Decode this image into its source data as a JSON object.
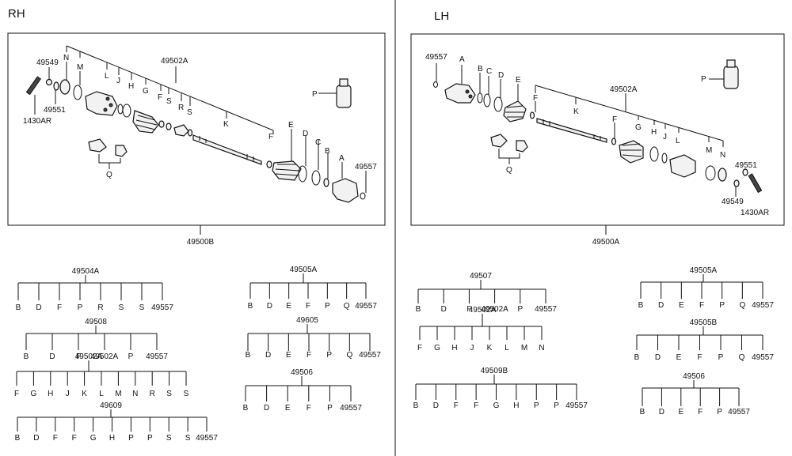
{
  "rh": {
    "heading": "RH",
    "assembly_no": "49500B",
    "callouts": {
      "c49549": "49549",
      "c49551": "49551",
      "c1430AR": "1430AR",
      "c49502A": "49502A",
      "N": "N",
      "M": "M",
      "L": "L",
      "J": "J",
      "H": "H",
      "G": "G",
      "F1": "F",
      "S1": "S",
      "R": "R",
      "S2": "S",
      "K": "K",
      "F2": "F",
      "E": "E",
      "D": "D",
      "C": "C",
      "B": "B",
      "A": "A",
      "c49557": "49557",
      "P": "P",
      "Q": "Q"
    },
    "kits": [
      {
        "title": "49504A",
        "items": [
          "B",
          "D",
          "F",
          "P",
          "R",
          "S",
          "S",
          "49557"
        ]
      },
      {
        "title": "49508",
        "items": [
          "B",
          "D",
          "F",
          "49502A",
          "P",
          "49557"
        ]
      },
      {
        "title": "49502A",
        "items": [
          "F",
          "G",
          "H",
          "J",
          "K",
          "L",
          "M",
          "N",
          "R",
          "S",
          "S"
        ]
      },
      {
        "title": "49609",
        "items": [
          "B",
          "D",
          "F",
          "F",
          "G",
          "H",
          "P",
          "P",
          "S",
          "S",
          "49557"
        ]
      },
      {
        "title": "49505A",
        "items": [
          "B",
          "D",
          "E",
          "F",
          "P",
          "Q",
          "49557"
        ]
      },
      {
        "title": "49605",
        "items": [
          "B",
          "D",
          "E",
          "F",
          "P",
          "Q",
          "49557"
        ]
      },
      {
        "title": "49506",
        "items": [
          "B",
          "D",
          "E",
          "F",
          "P",
          "49557"
        ]
      }
    ]
  },
  "lh": {
    "heading": "LH",
    "assembly_no": "49500A",
    "callouts": {
      "c49557": "49557",
      "A": "A",
      "B": "B",
      "C": "C",
      "D": "D",
      "E": "E",
      "F1": "F",
      "c49502A": "49502A",
      "K": "K",
      "F2": "F",
      "G": "G",
      "H": "H",
      "J": "J",
      "L": "L",
      "M": "M",
      "N": "N",
      "c49551": "49551",
      "c49549": "49549",
      "c1430AR": "1430AR",
      "P": "P",
      "Q": "Q"
    },
    "kits": [
      {
        "title": "49507",
        "items": [
          "B",
          "D",
          "F",
          "49502A",
          "P",
          "49557"
        ]
      },
      {
        "title": "49502A",
        "items": [
          "F",
          "G",
          "H",
          "J",
          "K",
          "L",
          "M",
          "N"
        ]
      },
      {
        "title": "49509B",
        "items": [
          "B",
          "D",
          "F",
          "F",
          "G",
          "H",
          "P",
          "P",
          "49557"
        ]
      },
      {
        "title": "49505A",
        "items": [
          "B",
          "D",
          "E",
          "F",
          "P",
          "Q",
          "49557"
        ]
      },
      {
        "title": "49505B",
        "items": [
          "B",
          "D",
          "E",
          "F",
          "P",
          "Q",
          "49557"
        ]
      },
      {
        "title": "49506",
        "items": [
          "B",
          "D",
          "E",
          "F",
          "P",
          "49557"
        ]
      }
    ]
  }
}
